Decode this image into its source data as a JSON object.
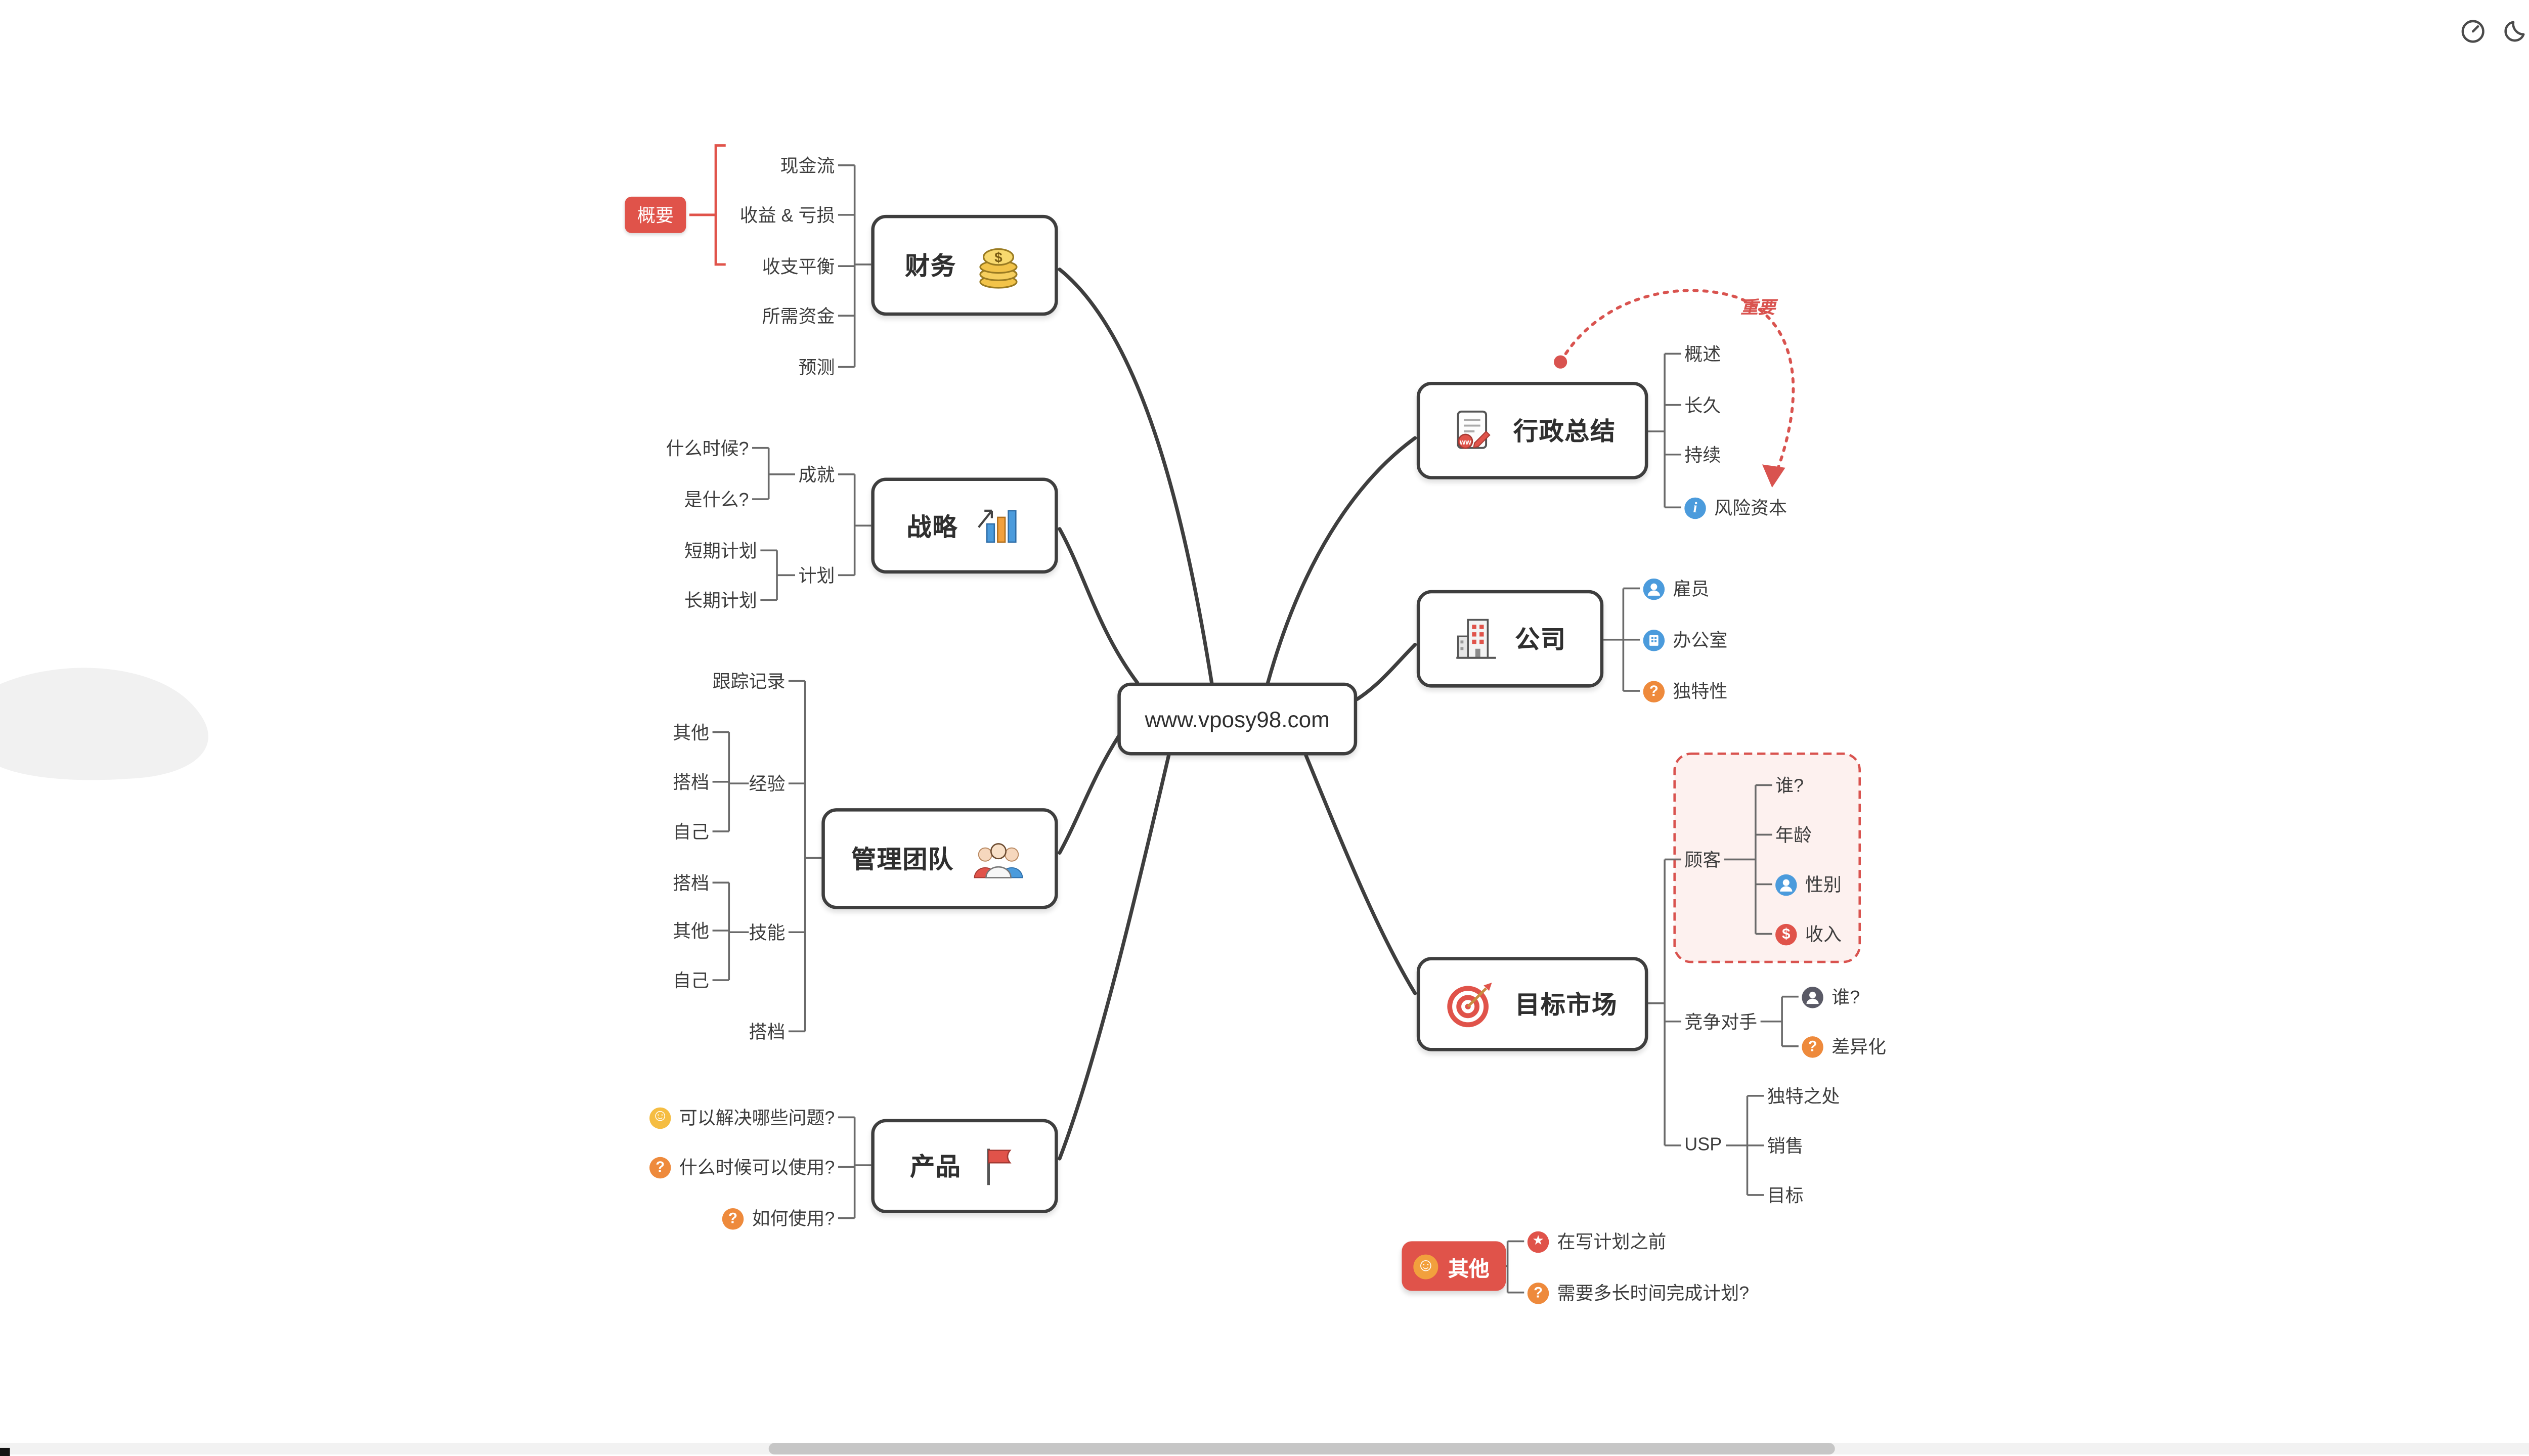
{
  "colors": {
    "accent_red": "#e0534a",
    "callout_red": "#d9534f",
    "branch_dark": "#3e3e3e",
    "connector_gray": "#6a6a6a",
    "icon_blue": "#4b9bdc",
    "icon_orange": "#ee8a3c",
    "icon_yellow": "#f5bd42",
    "boundary_fill": "#fdf1ef"
  },
  "toolbar": {
    "icons": [
      {
        "name": "gauge-icon"
      },
      {
        "name": "dark-mode-icon"
      },
      {
        "name": "fit-screen-icon"
      }
    ]
  },
  "map": {
    "central": {
      "label": "www.vposy98.com"
    },
    "finance": {
      "title": "财务",
      "icon": "coins-icon",
      "summary_label": "概要",
      "children": [
        "现金流",
        "收益 & 亏损",
        "收支平衡",
        "所需资金",
        "预测"
      ]
    },
    "strategy": {
      "title": "战略",
      "icon": "bar-chart-icon",
      "children": [
        {
          "label": "成就",
          "children": [
            "什么时候?",
            "是什么?"
          ]
        },
        {
          "label": "计划",
          "children": [
            "短期计划",
            "长期计划"
          ]
        }
      ]
    },
    "team": {
      "title": "管理团队",
      "icon": "people-icon",
      "children": [
        {
          "label": "跟踪记录"
        },
        {
          "label": "经验",
          "children": [
            "其他",
            "搭档",
            "自己"
          ]
        },
        {
          "label": "技能",
          "children": [
            "搭档",
            "其他",
            "自己"
          ]
        },
        {
          "label": "搭档"
        }
      ]
    },
    "product": {
      "title": "产品",
      "icon": "flag-icon",
      "children": [
        {
          "label": "可以解决哪些问题?",
          "icon": "smiley-icon"
        },
        {
          "label": "什么时候可以使用?",
          "icon": "question-icon"
        },
        {
          "label": "如何使用?",
          "icon": "question-icon"
        }
      ]
    },
    "executive": {
      "title": "行政总结",
      "icon": "document-icon",
      "callout": "重要",
      "children": [
        {
          "label": "概述"
        },
        {
          "label": "长久"
        },
        {
          "label": "持续"
        },
        {
          "label": "风险资本",
          "icon": "info-icon"
        }
      ]
    },
    "company": {
      "title": "公司",
      "icon": "building-icon",
      "children": [
        {
          "label": "雇员",
          "icon": "person-icon"
        },
        {
          "label": "办公室",
          "icon": "office-icon"
        },
        {
          "label": "独特性",
          "icon": "question-icon"
        }
      ]
    },
    "market": {
      "title": "目标市场",
      "icon": "target-icon",
      "children": [
        {
          "label": "顾客",
          "children": [
            {
              "label": "谁?"
            },
            {
              "label": "年龄"
            },
            {
              "label": "性别",
              "icon": "person-icon"
            },
            {
              "label": "收入",
              "icon": "dollar-icon"
            }
          ]
        },
        {
          "label": "竞争对手",
          "children": [
            {
              "label": "谁?",
              "icon": "person-dark-icon"
            },
            {
              "label": "差异化",
              "icon": "question-icon"
            }
          ]
        },
        {
          "label": "USP",
          "children": [
            {
              "label": "独特之处"
            },
            {
              "label": "销售"
            },
            {
              "label": "目标"
            }
          ]
        }
      ]
    },
    "others": {
      "title": "其他",
      "icon": "smiley-orange-icon",
      "children": [
        {
          "label": "在写计划之前",
          "icon": "star-icon"
        },
        {
          "label": "需要多长时间完成计划?",
          "icon": "question-icon"
        }
      ]
    }
  }
}
